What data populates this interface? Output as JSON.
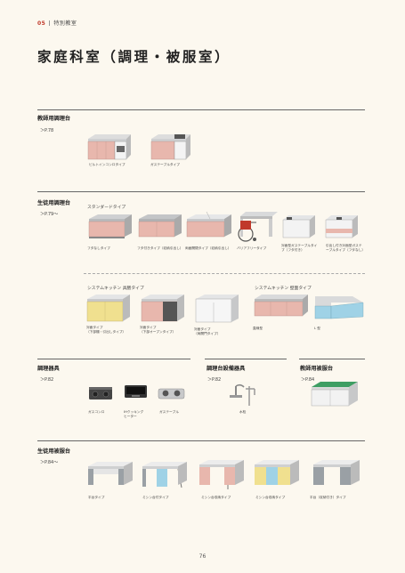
{
  "header": {
    "number": "05",
    "category": "特別教室"
  },
  "title": "家庭科室（調理・被服室）",
  "sections": {
    "teacher_cook": {
      "heading": "教師用調理台",
      "page_ref": "＞P.78",
      "items": [
        "ビルトインコンロタイプ",
        "ガステーブルタイプ"
      ]
    },
    "student_cook": {
      "heading": "生徒用調理台",
      "page_ref": "＞P.79〜",
      "standard_label": "スタンダードタイプ",
      "standard_items": [
        "フタなしタイプ",
        "フタ付きタイプ（収納引出し）",
        "両面開閉タイプ（収納引出し）",
        "バリアフリータイプ",
        "対面型ガステーブルタイプ（フタ付き）",
        "引出し付き対面型ガステーブルタイプ（フタなし）"
      ],
      "system_label": "システムキッチン 具膳タイプ",
      "system_items": [
        [
          "対面タイプ",
          "（下部棚・引出しタイプ）"
        ],
        [
          "対面タイプ",
          "（下部オープンタイプ）"
        ],
        [
          "対面タイプ",
          "（両開門タイプ）"
        ]
      ],
      "wall_label": "システムキッチン 壁面タイプ",
      "wall_items": [
        "直線型",
        "L 型"
      ]
    },
    "cook_tools": {
      "heading": "調理器具",
      "page_ref": "＞P.82",
      "items": [
        "ガスコンロ",
        [
          "IHクッキング",
          "ヒーター"
        ],
        "ガステーブル"
      ]
    },
    "equipment": {
      "heading": "調理台設備器具",
      "page_ref": "＞P.82",
      "items": [
        "水栓"
      ]
    },
    "teacher_sew": {
      "heading": "教師用被服台",
      "page_ref": "＞P.84"
    },
    "student_sew": {
      "heading": "生徒用被服台",
      "page_ref": "＞P.84〜",
      "items": [
        "平台タイプ",
        "ミシン台付タイプ",
        "ミシン台収納タイプ",
        "ミシン台収納タイプ",
        "平台（収納付き）タイプ"
      ]
    }
  },
  "page_number": "76",
  "colors": {
    "pink": "#e8b7ad",
    "yellow": "#f0e08f",
    "blue": "#9fd2e6",
    "green": "#3e9e63",
    "counter": "#d9dadb",
    "steel": "#a3a6a9"
  }
}
